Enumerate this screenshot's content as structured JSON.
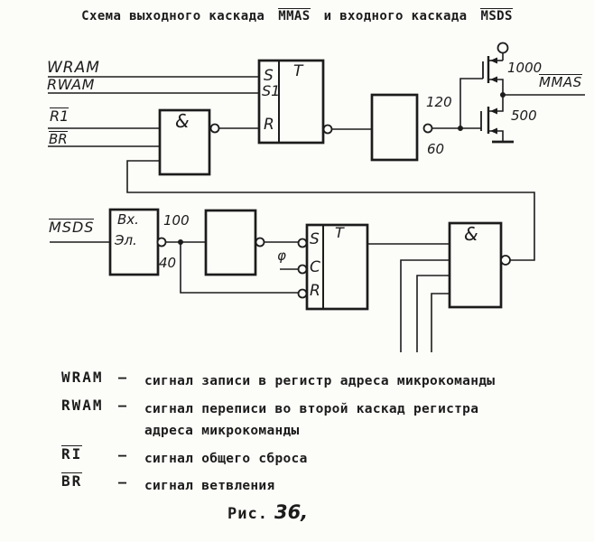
{
  "page": {
    "ink": "#1c1c1c",
    "paper": "#fcfcf9"
  },
  "title": {
    "prefix": "Схема выходного каскада",
    "signal_out": "MMAS",
    "middle": "и входного каскада",
    "signal_in": "MSDS"
  },
  "schematic": {
    "top_inputs": {
      "wram": "WRAM",
      "rwam": "RWAM",
      "r1": "R1",
      "br": "BR"
    },
    "nand1": {
      "label": "&"
    },
    "ff1": {
      "type_label": "T",
      "s": "S",
      "s1": "S1",
      "r": "R"
    },
    "buf1": {
      "top_value": "120",
      "bottom_value": "60"
    },
    "output_stage": {
      "upper_value": "1000",
      "lower_value": "500",
      "signal": "MMAS"
    },
    "input_stage": {
      "signal": "MSDS",
      "box_line1": "Вх.",
      "box_line2": "Эл.",
      "top_value": "100",
      "bottom_value": "40"
    },
    "ff2": {
      "type_label": "T",
      "s": "S",
      "c": "C",
      "r": "R",
      "clock": "φ"
    },
    "nand2": {
      "label": "&"
    }
  },
  "legend": {
    "rows": [
      {
        "term": "WRAM",
        "dash": "–",
        "desc": "сигнал записи в регистр адреса микрокоманды"
      },
      {
        "term": "RWAM",
        "dash": "–",
        "desc": "сигнал переписи во второй каскад регистра адреса микрокоманды"
      },
      {
        "term": "RI",
        "dash": "–",
        "desc": "сигнал общего сброса"
      },
      {
        "term": "BR",
        "dash": "–",
        "desc": "сигнал ветвления"
      }
    ]
  },
  "caption": {
    "label": "Рис.",
    "number": "36,"
  }
}
